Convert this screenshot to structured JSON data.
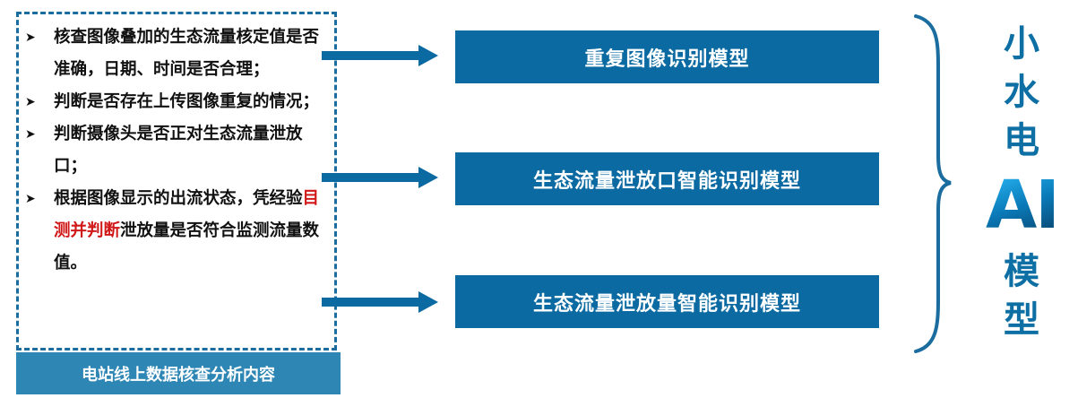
{
  "left_panel": {
    "bullet_mark": "➤",
    "bullets": [
      {
        "text": "核查图像叠加的生态流量核定值是否准确，日期、时间是否合理；"
      },
      {
        "text": "判断是否存在上传图像重复的情况；"
      },
      {
        "text": "判断摄像头是否正对生态流量泄放口；"
      },
      {
        "pre": "根据图像显示的出流状态，凭经验",
        "highlight": "目测并判断",
        "post": "泄放量是否符合监测流量数值。"
      }
    ],
    "caption": "电站线上数据核查分析内容"
  },
  "models": [
    "重复图像识别模型",
    "生态流量泄放口智能识别模型",
    "生态流量泄放量智能识别模型"
  ],
  "title": {
    "chars": [
      "小",
      "水",
      "电"
    ],
    "ai": "AI",
    "chars2": [
      "模",
      "型"
    ]
  },
  "colors": {
    "primary": "#0a6aa1",
    "caption_bg": "#2e86b5",
    "highlight": "#d01818"
  }
}
